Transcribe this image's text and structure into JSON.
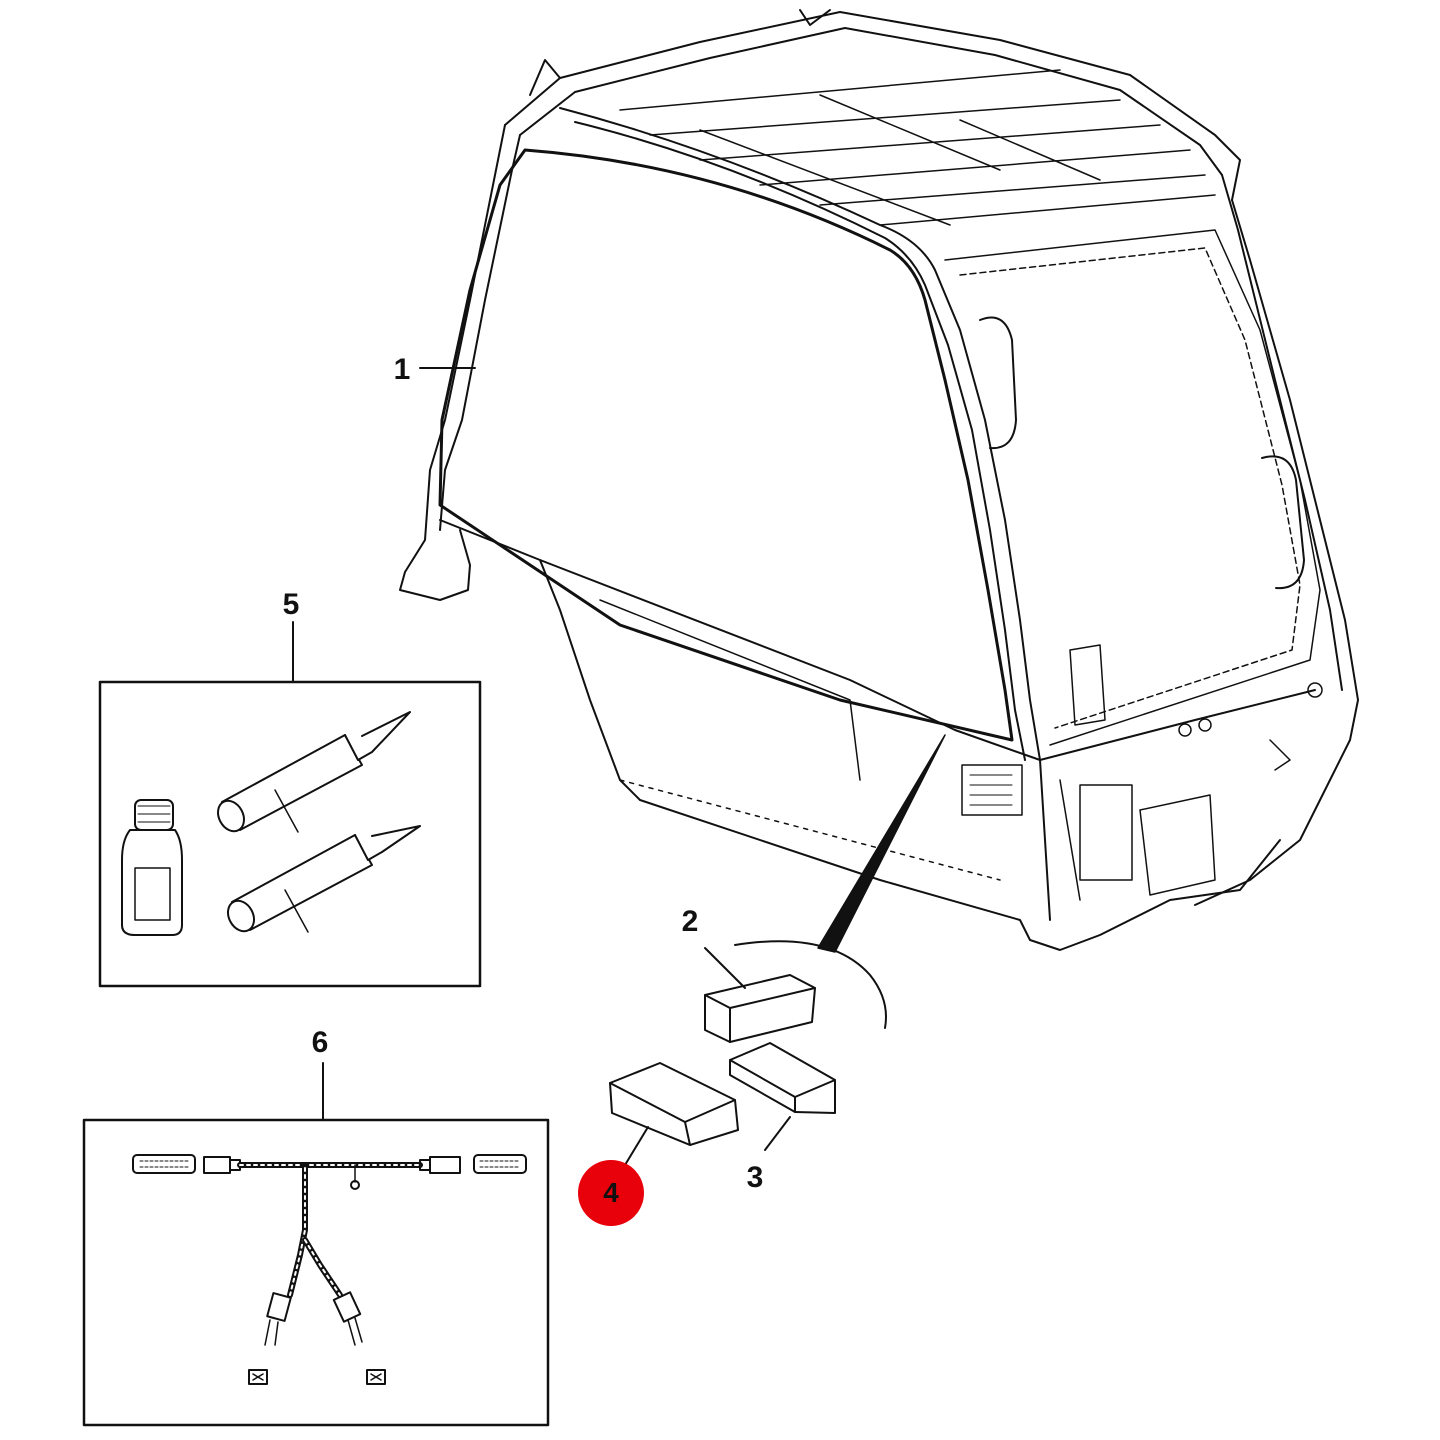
{
  "callouts": {
    "c1": {
      "label": "1"
    },
    "c2": {
      "label": "2"
    },
    "c3": {
      "label": "3"
    },
    "c4": {
      "label": "4",
      "highlight_color": "#e8000b"
    },
    "c5": {
      "label": "5"
    },
    "c6": {
      "label": "6"
    }
  },
  "colors": {
    "line": "#111111",
    "background": "#ffffff",
    "highlight": "#e8000b"
  },
  "icons": [
    "cab-frame-icon",
    "windshield-glass-icon",
    "sealant-cartridge-icon",
    "primer-bottle-icon",
    "wiring-harness-icon",
    "glazing-block-icon"
  ]
}
